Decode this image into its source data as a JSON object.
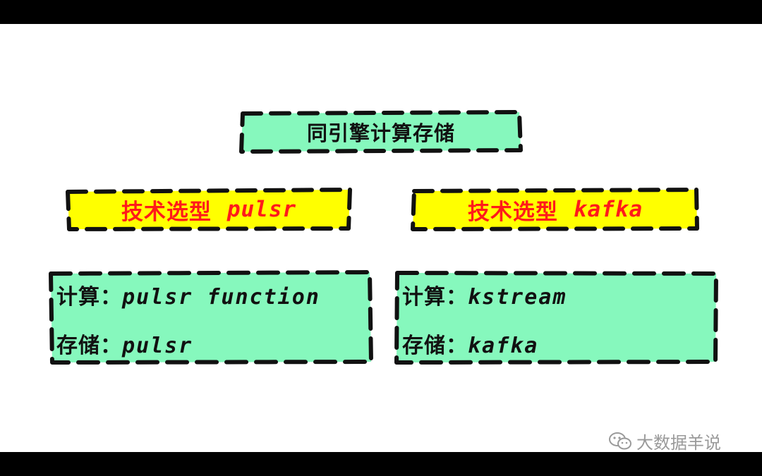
{
  "title": "同引擎计算存储",
  "left": {
    "selection_prefix": "技术选型",
    "selection_name": "pulsr",
    "compute_label": "计算：",
    "compute_value": "pulsr function",
    "storage_label": "存储：",
    "storage_value": "pulsr"
  },
  "right": {
    "selection_prefix": "技术选型",
    "selection_name": "kafka",
    "compute_label": "计算：",
    "compute_value": "kstream",
    "storage_label": "存储：",
    "storage_value": "kafka"
  },
  "watermark": {
    "text": "大数据羊说",
    "icon": "wechat-icon"
  },
  "colors": {
    "green_fill": "#86f8bd",
    "yellow_fill": "#ffff00",
    "red_text": "#ff1a1a",
    "dash_stroke": "#111111"
  }
}
